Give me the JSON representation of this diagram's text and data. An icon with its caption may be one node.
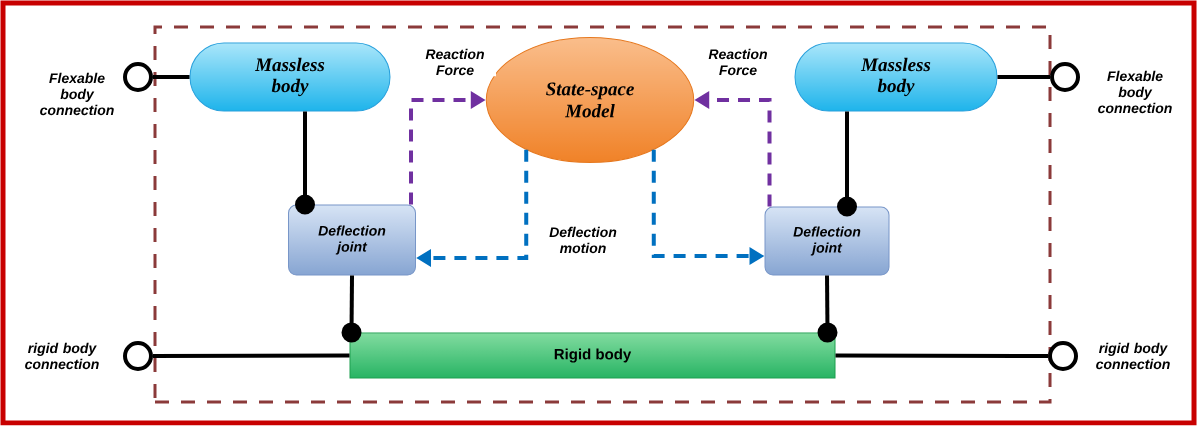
{
  "diagram": {
    "nodes": [
      {
        "text": [],
        "shape": "box"
      },
      {
        "text": [
          "Massless body"
        ],
        "in": 0
      },
      {
        "text": [
          "State-space Model"
        ],
        "in": 0
      },
      {
        "text": [
          "Massless body"
        ],
        "in": 0
      },
      {
        "text": [
          "Deflection joint"
        ],
        "in": 0
      },
      {
        "text": [
          "Deflection joint"
        ],
        "in": 0
      },
      {
        "text": [
          "Rigid body"
        ],
        "in": 0
      },
      {
        "text": [],
        "shape": "circle",
        "beside": [
          "Flexable body connection"
        ]
      },
      {
        "text": [],
        "shape": "circle",
        "beside": [
          "Flexable body connection"
        ]
      },
      {
        "text": [],
        "shape": "circle",
        "beside": [
          "rigid body connection"
        ]
      },
      {
        "text": [],
        "shape": "circle",
        "beside": [
          "rigid body connection"
        ]
      }
    ],
    "edges": [
      {
        "from": 7,
        "to": 1,
        "arrow": "none"
      },
      {
        "from": 1,
        "to": 4,
        "arrow": "other"
      },
      {
        "from": 3,
        "to": 8,
        "arrow": "none"
      },
      {
        "from": 3,
        "to": 5,
        "arrow": "other"
      },
      {
        "from": 4,
        "to": 6,
        "arrow": "other"
      },
      {
        "from": 5,
        "to": 6,
        "arrow": "other"
      },
      {
        "from": 9,
        "to": 6,
        "arrow": "none"
      },
      {
        "from": 10,
        "to": 6,
        "arrow": "none"
      },
      {
        "from": 4,
        "to": 2,
        "arrow": "to",
        "label": "Reaction Force",
        "style": "dashed",
        "color": "#7030a0"
      },
      {
        "from": 5,
        "to": 2,
        "arrow": "to",
        "label": "Reaction Force",
        "style": "dashed",
        "color": "#7030a0"
      },
      {
        "from": 2,
        "to": 4,
        "arrow": "to",
        "style": "dashed",
        "color": "#0070c0"
      },
      {
        "from": 2,
        "to": 5,
        "arrow": "to",
        "style": "dashed",
        "color": "#0070c0"
      }
    ],
    "labels": [
      "Deflection motion"
    ]
  }
}
